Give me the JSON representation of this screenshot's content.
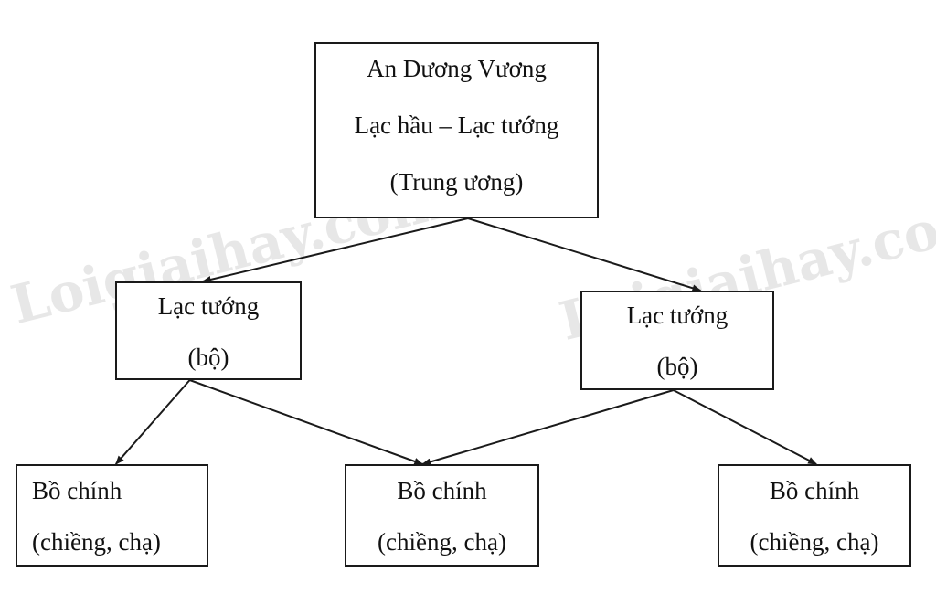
{
  "watermark": {
    "text": "Loigiaihay.com"
  },
  "nodes": {
    "top": {
      "lines": [
        "An Dương Vương",
        "Lạc hầu – Lạc tướng",
        "(Trung ương)"
      ]
    },
    "mid_left": {
      "lines": [
        "Lạc tướng",
        "(bộ)"
      ]
    },
    "mid_right": {
      "lines": [
        "Lạc tướng",
        "(bộ)"
      ]
    },
    "bot_left": {
      "lines": [
        "Bồ chính",
        "(chiềng, chạ)"
      ]
    },
    "bot_mid": {
      "lines": [
        "Bồ chính",
        "(chiềng, chạ)"
      ]
    },
    "bot_right": {
      "lines": [
        "Bồ chính",
        "(chiềng, chạ)"
      ]
    }
  },
  "edges": [
    {
      "from": "top",
      "to": "mid_left"
    },
    {
      "from": "top",
      "to": "mid_right"
    },
    {
      "from": "mid_left",
      "to": "bot_left"
    },
    {
      "from": "mid_left",
      "to": "bot_mid"
    },
    {
      "from": "mid_right",
      "to": "bot_mid"
    },
    {
      "from": "mid_right",
      "to": "bot_right"
    }
  ],
  "colors": {
    "stroke": "#1a1a1a",
    "text": "#111111",
    "watermark": "#aaaaaa"
  }
}
